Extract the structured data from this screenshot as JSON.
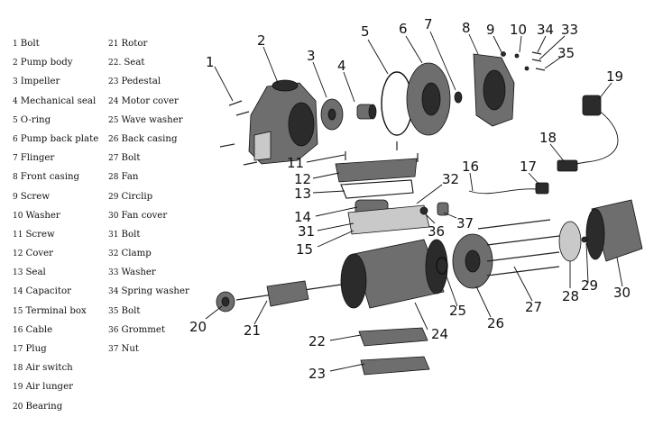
{
  "legend_left": [
    {
      "num": "1",
      "label": "Bolt"
    },
    {
      "num": "2",
      "label": "Pump body"
    },
    {
      "num": "3",
      "label": "Impeller"
    },
    {
      "num": "4",
      "label": "Mechanical seal"
    },
    {
      "num": "5",
      "label": "O-ring"
    },
    {
      "num": "6",
      "label": "Pump back plate"
    },
    {
      "num": "7",
      "label": "Flinger"
    },
    {
      "num": "8",
      "label": "Front casing"
    },
    {
      "num": "9",
      "label": "Screw"
    },
    {
      "num": "10",
      "label": "Washer"
    },
    {
      "num": "11",
      "label": "Screw"
    },
    {
      "num": "12",
      "label": "Cover"
    },
    {
      "num": "13",
      "label": "Seal"
    },
    {
      "num": "14",
      "label": "Capacitor"
    },
    {
      "num": "15",
      "label": "Terminal box"
    },
    {
      "num": "16",
      "label": "Cable"
    },
    {
      "num": "17",
      "label": "Plug"
    },
    {
      "num": "18",
      "label": "Air switch"
    },
    {
      "num": "19",
      "label": "Air lunger"
    },
    {
      "num": "20",
      "label": "Bearing"
    }
  ],
  "legend_right": [
    {
      "num": "21",
      "label": "Rotor"
    },
    {
      "num": "22.",
      "label": "Seat"
    },
    {
      "num": "23",
      "label": "Pedestal"
    },
    {
      "num": "24",
      "label": "Motor cover"
    },
    {
      "num": "25",
      "label": "Wave washer"
    },
    {
      "num": "26",
      "label": "Back casing"
    },
    {
      "num": "27",
      "label": "Bolt"
    },
    {
      "num": "28",
      "label": "Fan"
    },
    {
      "num": "29",
      "label": "Circlip"
    },
    {
      "num": "30",
      "label": "Fan cover"
    },
    {
      "num": "31",
      "label": "Bolt"
    },
    {
      "num": "32",
      "label": "Clamp"
    },
    {
      "num": "33",
      "label": "Washer"
    },
    {
      "num": "34",
      "label": "Spring washer"
    },
    {
      "num": "35",
      "label": "Bolt"
    },
    {
      "num": "36",
      "label": "Grommet"
    },
    {
      "num": "37",
      "label": "Nut"
    }
  ],
  "callouts": [
    "1",
    "2",
    "3",
    "4",
    "5",
    "6",
    "7",
    "8",
    "9",
    "10",
    "34",
    "33",
    "35",
    "19",
    "18",
    "11",
    "12",
    "13",
    "16",
    "17",
    "32",
    "14",
    "31",
    "15",
    "36",
    "37",
    "20",
    "21",
    "22",
    "23",
    "24",
    "25",
    "26",
    "27",
    "28",
    "29",
    "30"
  ]
}
